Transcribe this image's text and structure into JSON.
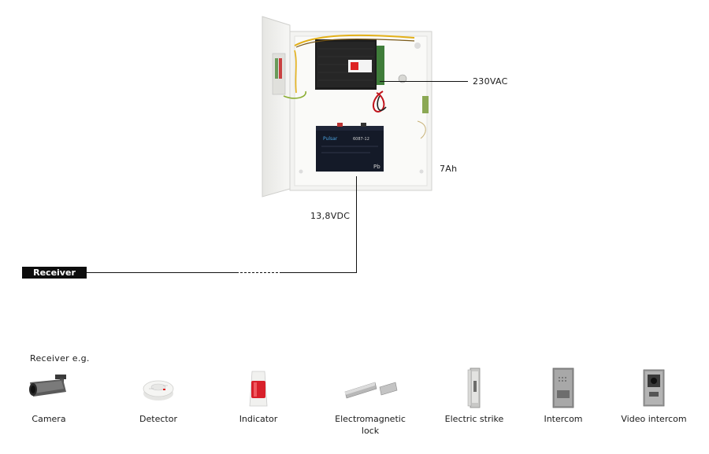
{
  "labels": {
    "ac_input": "230VAC",
    "battery": "7Ah",
    "dc_output": "13,8VDC",
    "receiver": "Receiver",
    "receiver_examples": "Receiver e.g."
  },
  "battery_brand": "Pulsar",
  "battery_model": "6087-12",
  "battery_pb": "Pb",
  "devices": [
    {
      "label": "Camera",
      "icon": "camera-icon"
    },
    {
      "label": "Detector",
      "icon": "smoke-detector-icon"
    },
    {
      "label": "Indicator",
      "icon": "siren-icon"
    },
    {
      "label": "Electromagnetic lock",
      "icon": "magnetic-lock-icon"
    },
    {
      "label": "Electric strike",
      "icon": "electric-strike-icon"
    },
    {
      "label": "Intercom",
      "icon": "intercom-icon"
    },
    {
      "label": "Video intercom",
      "icon": "video-intercom-icon"
    }
  ],
  "colors": {
    "wire": "#111111",
    "enclosure": "#f2f2f0",
    "psu_module": "#1c1c1c",
    "battery": "#141a28",
    "indicator_red": "#d8202a"
  }
}
